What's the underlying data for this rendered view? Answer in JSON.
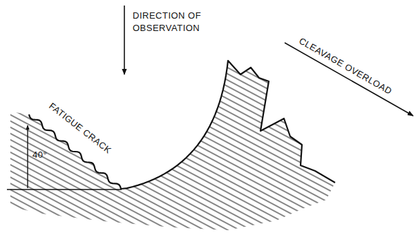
{
  "diagram": {
    "labels": [
      "DIRECTION OF OBSERVATION",
      "FATIGUE CRACK",
      "40°",
      "CLEAVAGE OVERLOAD"
    ]
  }
}
